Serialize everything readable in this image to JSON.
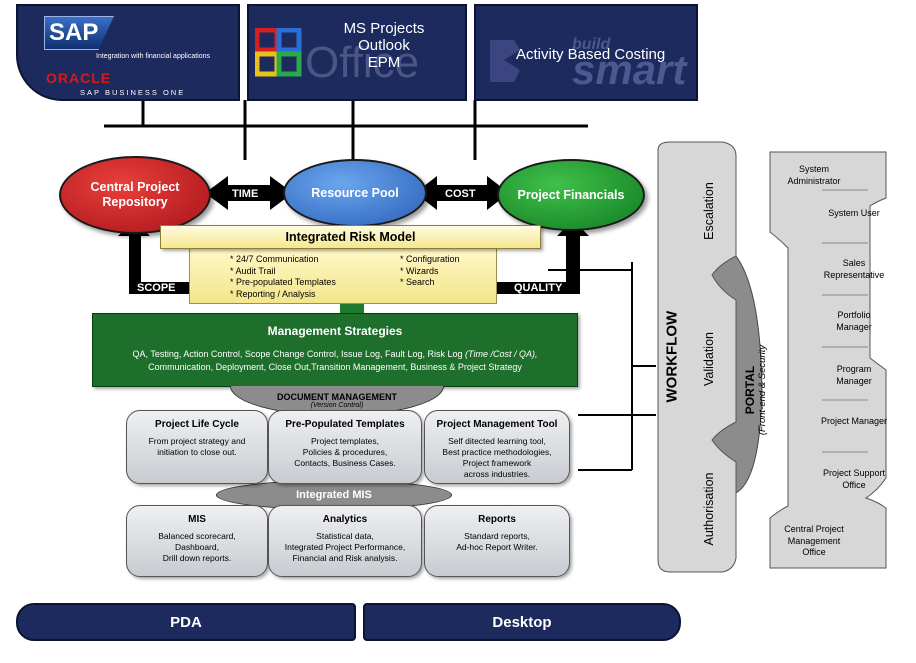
{
  "top": {
    "sap": {
      "logo": "SAP",
      "tagline": "Integration with financial applications",
      "oracle": "ORACLE",
      "business_one": "SAP BUSINESS ONE"
    },
    "ms": {
      "line1": "MS Projects",
      "line2": "Outlook",
      "line3": "EPM",
      "watermark": "Office"
    },
    "abc": {
      "title": "Activity Based Costing",
      "watermark_top": "build",
      "watermark_main": "smart"
    }
  },
  "core": {
    "central": "Central Project Repository",
    "resource": "Resource Pool",
    "financials": "Project Financials",
    "time": "TIME",
    "cost": "COST",
    "scope": "SCOPE",
    "quality": "QUALITY"
  },
  "risk": {
    "title": "Integrated Risk Model",
    "left_items": [
      "* 24/7 Communication",
      "* Audit Trail",
      "* Pre-populated Templates",
      "* Reporting / Analysis"
    ],
    "right_items": [
      "* Configuration",
      "* Wizards",
      "* Search"
    ]
  },
  "mgmt": {
    "title": "Management Strategies",
    "line1": "QA, Testing, Action Control, Scope Change Control, Issue Log, Fault Log, Risk Log",
    "line1_italic": "(Time /Cost / QA),",
    "line2": "Communication, Deployment, Close Out,Transition Management, Business & Project Strategy"
  },
  "docmgmt": {
    "title": "DOCUMENT MANAGEMENT",
    "sub": "(Version Control)"
  },
  "boxes_top": [
    {
      "title": "Project Life Cycle",
      "lines": [
        "From project strategy and",
        "initiation to close out."
      ]
    },
    {
      "title": "Pre-Populated Templates",
      "lines": [
        "Project templates,",
        "Policies & procedures,",
        "Contacts, Business Cases."
      ]
    },
    {
      "title": "Project Management Tool",
      "lines": [
        "Self ditected learning tool,",
        "Best practice methodologies,",
        "Project framework",
        "across industries."
      ]
    }
  ],
  "mis_label": "Integrated MIS",
  "boxes_bottom": [
    {
      "title": "MIS",
      "lines": [
        "Balanced scorecard,",
        "Dashboard,",
        "Drill down reports."
      ]
    },
    {
      "title": "Analytics",
      "lines": [
        "Statistical data,",
        "Integrated Project Performance,",
        "Financial and Risk analysis."
      ]
    },
    {
      "title": "Reports",
      "lines": [
        "Standard reports,",
        "Ad-hoc Report Writer."
      ]
    }
  ],
  "workflow": {
    "title": "WORKFLOW",
    "escalation": "Escalation",
    "validation": "Validation",
    "authorisation": "Authorisation"
  },
  "portal": {
    "title": "PORTAL",
    "sub": "(Front-end & Security"
  },
  "roles": [
    "System Administrator",
    "System User",
    "Sales Representative",
    "Portfolio Manager",
    "Program Manager",
    "Project Manager",
    "Project Support Office",
    "Central Project Management Office"
  ],
  "bottom": {
    "pda": "PDA",
    "desktop": "Desktop"
  }
}
